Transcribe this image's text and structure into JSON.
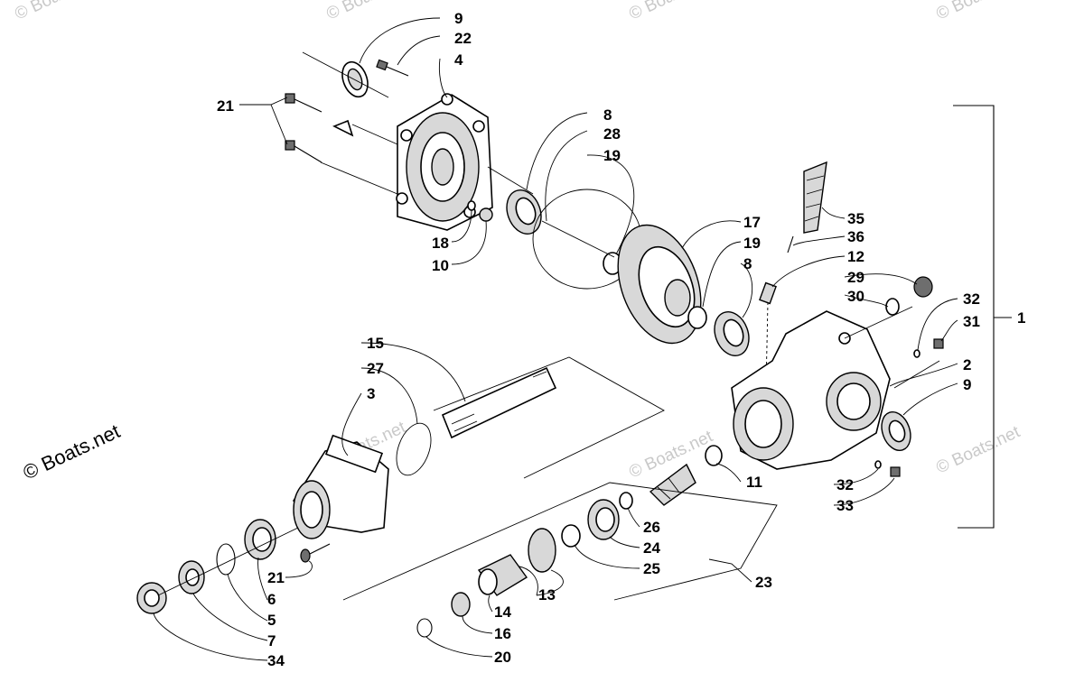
{
  "diagram": {
    "watermark_text": "© Boats.net",
    "brand_text": "© Boats.net",
    "callouts": {
      "c9a": "9",
      "c22": "22",
      "c4": "4",
      "c21a": "21",
      "c8a": "8",
      "c28": "28",
      "c19a": "19",
      "c18": "18",
      "c10": "10",
      "c17": "17",
      "c19b": "19",
      "c8b": "8",
      "c35": "35",
      "c36": "36",
      "c12": "12",
      "c29": "29",
      "c30": "30",
      "c32a": "32",
      "c31": "31",
      "c1": "1",
      "c2": "2",
      "c9b": "9",
      "c15": "15",
      "c27": "27",
      "c3": "3",
      "c11": "11",
      "c32b": "32",
      "c33": "33",
      "c26": "26",
      "c24": "24",
      "c25": "25",
      "c23": "23",
      "c21b": "21",
      "c6": "6",
      "c5": "5",
      "c7": "7",
      "c34": "34",
      "c13": "13",
      "c14": "14",
      "c16": "16",
      "c20": "20"
    }
  }
}
